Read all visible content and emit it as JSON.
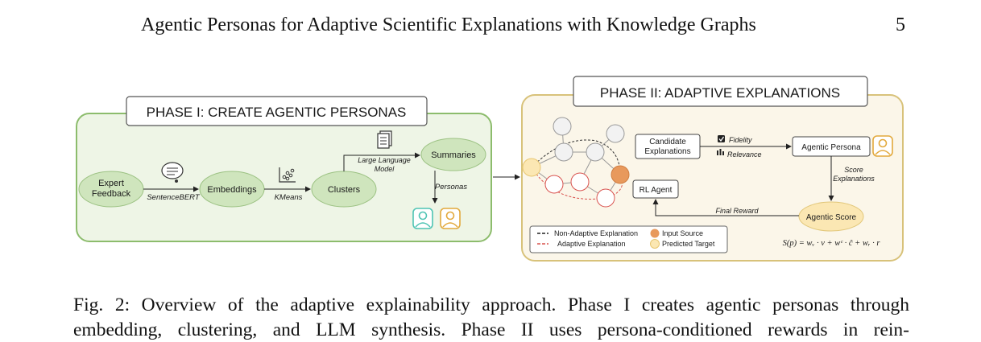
{
  "header": {
    "running_title": "Agentic Personas for Adaptive Scientific Explanations with Knowledge Graphs",
    "page_number": "5"
  },
  "figure": {
    "phase1": {
      "title": "PHASE I: CREATE AGENTIC PERSONAS",
      "nodes": {
        "expert_feedback": [
          "Expert",
          "Feedback"
        ],
        "embeddings": "Embeddings",
        "clusters": "Clusters",
        "summaries": "Summaries"
      },
      "edge_labels": {
        "sentencebert": "SentenceBERT",
        "kmeans": "KMeans",
        "llm": [
          "Large Language",
          "Model"
        ],
        "personas": "Personas"
      },
      "icons": [
        "speech-bubble-icon",
        "scatter-plot-icon",
        "document-stack-icon",
        "user-persona-icon"
      ]
    },
    "phase2": {
      "title": "PHASE II: ADAPTIVE EXPLANATIONS",
      "boxes": {
        "candidate": [
          "Candidate",
          "Explanations"
        ],
        "agentic_persona": "Agentic Persona",
        "rl_agent": "RL Agent",
        "agentic_score": "Agentic Score"
      },
      "labels": {
        "fidelity": "Fidelity",
        "relevance": "Relevance",
        "score_explanations": [
          "Score",
          "Explanations"
        ],
        "final_reward": "Final Reward"
      },
      "legend": {
        "non_adaptive": "Non-Adaptive Explanation",
        "adaptive": "Adaptive Explanation",
        "input_source": "Input Source",
        "predicted_target": "Predicted Target"
      },
      "formula": "S(p) = wᵥ · v + wᶜ · ĉ + wᵣ · r"
    },
    "colors": {
      "phase1_fill": "#eef5e6",
      "phase1_border": "#8cbc6c",
      "phase1_node": "#cfe5bd",
      "phase2_fill": "#fbf6e9",
      "phase2_border": "#d8c27a",
      "input_source": "#e8995c",
      "predicted_target": "#fbe7b3",
      "adaptive_edge": "#d9534f"
    }
  },
  "caption": {
    "line1": "Fig. 2: Overview of the adaptive explainability approach. Phase I creates agentic personas through",
    "line2": "embedding, clustering, and LLM synthesis. Phase II uses persona-conditioned rewards in rein-"
  }
}
